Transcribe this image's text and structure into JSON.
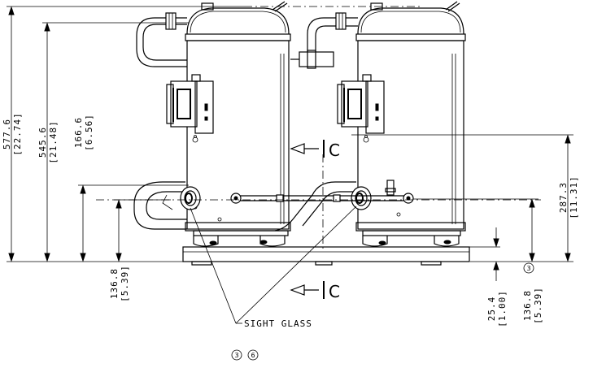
{
  "dimensions": {
    "overall_height": {
      "mm": "577.6",
      "in": "[22.74]"
    },
    "top_height": {
      "mm": "545.6",
      "in": "[21.48]"
    },
    "discharge_height": {
      "mm": "166.6",
      "in": "[6.56]"
    },
    "suction_height_left": {
      "mm": "136.8",
      "in": "[5.39]"
    },
    "mid_height_right": {
      "mm": "287.3",
      "in": "[11.31]"
    },
    "base_height": {
      "mm": "25.4",
      "in": "[1.00]"
    },
    "suction_height_right": {
      "mm": "136.8",
      "in": "[5.39]"
    }
  },
  "labels": {
    "sight_glass": "SIGHT GLASS",
    "section_mark": "C"
  },
  "notes": {
    "note_a": "3",
    "note_b": "6",
    "note_dim": "3"
  }
}
